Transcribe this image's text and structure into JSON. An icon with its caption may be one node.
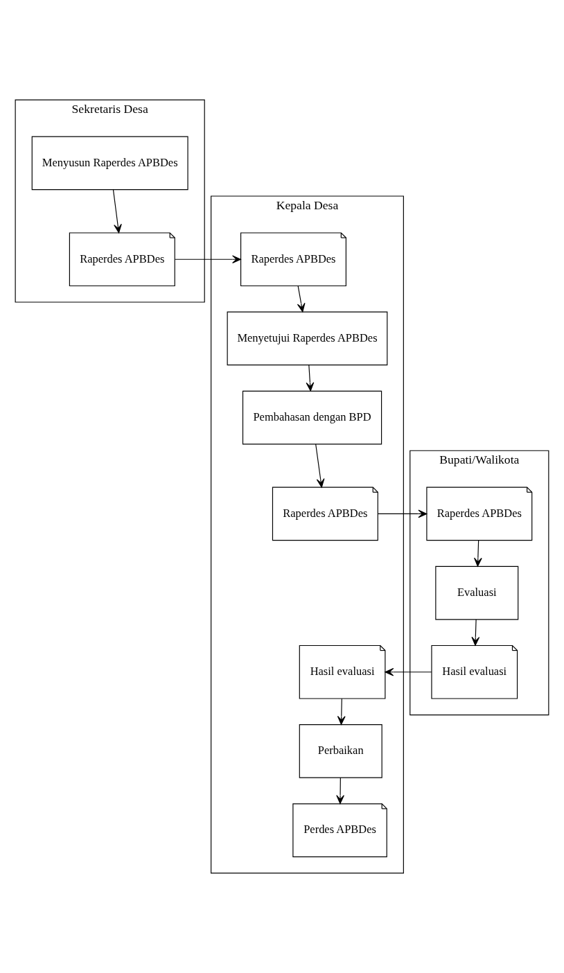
{
  "diagram": {
    "nodes": [
      {
        "text": [
          "Sekretaris Desa"
        ]
      },
      {
        "text": [
          "Kepala Desa"
        ]
      },
      {
        "text": [
          "Bupati/Walikota"
        ]
      },
      {
        "text": [
          "Menyusun Raperdes APBDes"
        ],
        "in": 0
      },
      {
        "text": [
          "Raperdes APBDes"
        ],
        "in": 0
      },
      {
        "text": [
          "Raperdes APBDes"
        ],
        "in": 1
      },
      {
        "text": [
          "Menyetujui Raperdes APBDes"
        ],
        "in": 1
      },
      {
        "text": [
          "Pembahasan dengan BPD"
        ],
        "in": 1
      },
      {
        "text": [
          "Raperdes APBDes"
        ],
        "in": 1
      },
      {
        "text": [
          "Raperdes APBDes"
        ],
        "in": 2
      },
      {
        "text": [
          "Evaluasi"
        ],
        "in": 2
      },
      {
        "text": [
          "Hasil evaluasi"
        ],
        "in": 2
      },
      {
        "text": [
          "Hasil evaluasi"
        ],
        "in": 1
      },
      {
        "text": [
          "Perbaikan"
        ],
        "in": 1
      },
      {
        "text": [
          "Perdes APBDes"
        ],
        "in": 1
      }
    ],
    "edges": [
      {
        "from": 3,
        "to": 4,
        "arrow": "to"
      },
      {
        "from": 4,
        "to": 5,
        "arrow": "to"
      },
      {
        "from": 5,
        "to": 6,
        "arrow": "to"
      },
      {
        "from": 6,
        "to": 7,
        "arrow": "to"
      },
      {
        "from": 7,
        "to": 8,
        "arrow": "to"
      },
      {
        "from": 8,
        "to": 9,
        "arrow": "to"
      },
      {
        "from": 9,
        "to": 10,
        "arrow": "to"
      },
      {
        "from": 10,
        "to": 11,
        "arrow": "to"
      },
      {
        "from": 11,
        "to": 12,
        "arrow": "to"
      },
      {
        "from": 12,
        "to": 13,
        "arrow": "to"
      },
      {
        "from": 13,
        "to": 14,
        "arrow": "to"
      }
    ]
  }
}
